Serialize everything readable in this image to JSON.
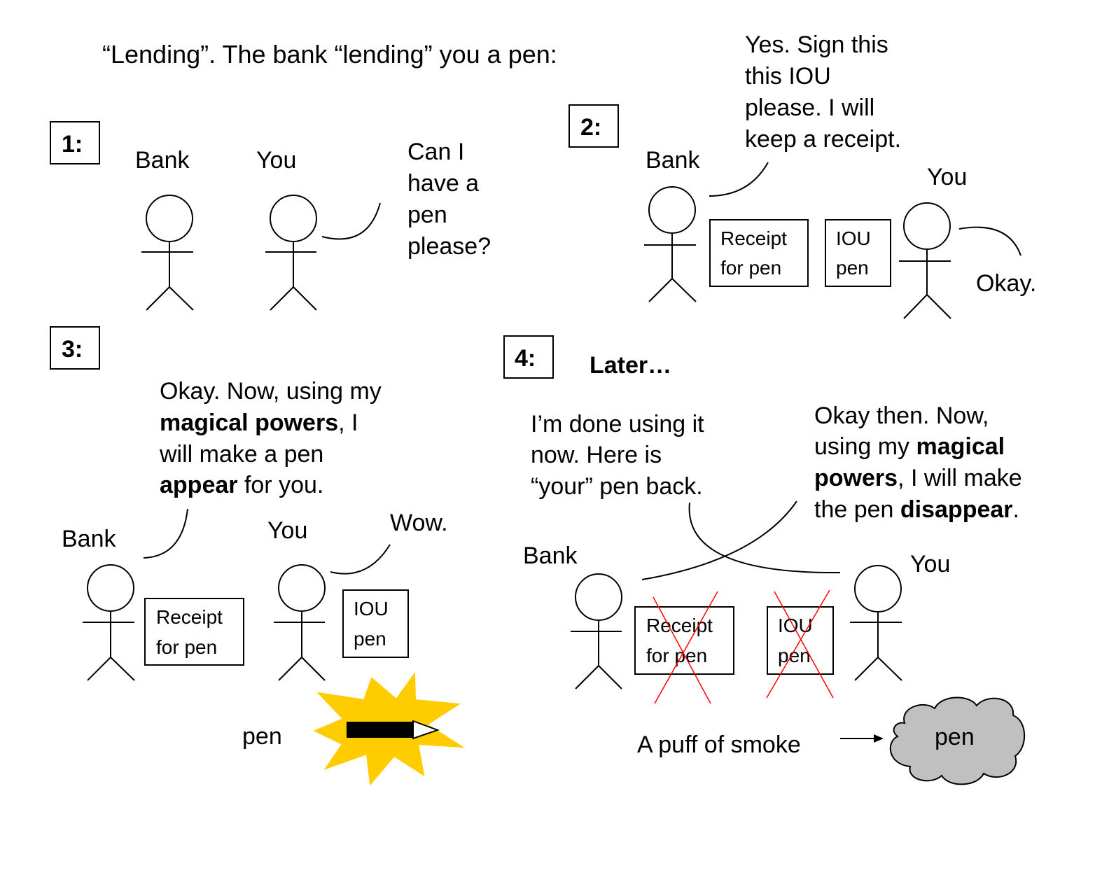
{
  "title": "“Lending”. The bank “lending” you a pen:",
  "panel1": {
    "label": "1:",
    "bank": "Bank",
    "you": "You",
    "speech": [
      "Can I",
      "have a",
      "pen",
      "please?"
    ]
  },
  "panel2": {
    "label": "2:",
    "bank": "Bank",
    "you": "You",
    "bank_speech": [
      "Yes. Sign this",
      "this IOU",
      "please. I will",
      "keep a receipt."
    ],
    "receipt": [
      "Receipt",
      "for pen"
    ],
    "iou": [
      "IOU",
      "pen"
    ],
    "you_speech": "Okay."
  },
  "panel3": {
    "label": "3:",
    "bank": "Bank",
    "you": "You",
    "bank_speech_l1": "Okay. Now, using my",
    "bank_speech_l2_bold": "magical powers",
    "bank_speech_l2_rest": ", I",
    "bank_speech_l3": "will make a pen",
    "bank_speech_l4_bold": "appear",
    "bank_speech_l4_rest": " for you.",
    "you_speech": "Wow.",
    "receipt": [
      "Receipt",
      "for pen"
    ],
    "iou": [
      "IOU",
      "pen"
    ],
    "pen_label": "pen"
  },
  "panel4": {
    "label": "4:",
    "later": "Later…",
    "bank": "Bank",
    "you": "You",
    "you_speech": [
      "I’m done using it",
      "now. Here is",
      "“your” pen back."
    ],
    "bank_speech_l1": "Okay then. Now,",
    "bank_speech_l2_pre": "using my ",
    "bank_speech_l2_bold": "magical",
    "bank_speech_l3_bold": "powers",
    "bank_speech_l3_rest": ", I will make",
    "bank_speech_l4_pre": "the pen ",
    "bank_speech_l4_bold": "disappear",
    "bank_speech_l4_rest": ".",
    "receipt": [
      "Receipt",
      "for pen"
    ],
    "iou": [
      "IOU",
      "pen"
    ],
    "smoke_label": "A puff of smoke",
    "cloud_label": "pen"
  },
  "colors": {
    "burst_fill": "#FFCC00",
    "burst_stroke": "#FFCC00",
    "cross": "#FF0000",
    "cloud_fill": "#C0C0C0"
  }
}
